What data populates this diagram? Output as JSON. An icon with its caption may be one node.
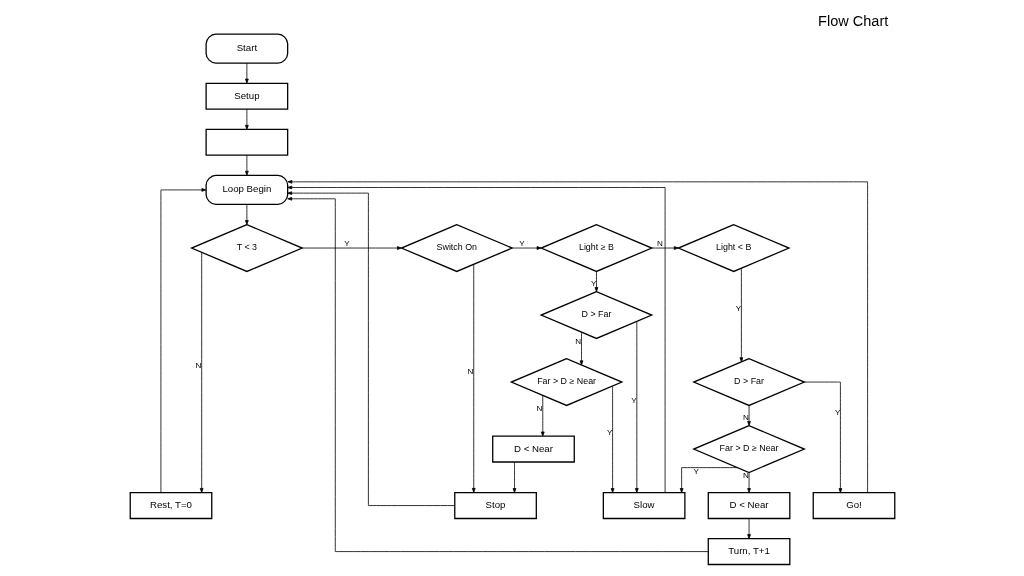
{
  "diagram": {
    "title": "Flow Chart",
    "nodes": [
      {
        "text": [
          "Start"
        ]
      },
      {
        "text": [
          "Setup"
        ]
      },
      {
        "text": [],
        "shape": "box"
      },
      {
        "text": [
          "Loop Begin"
        ]
      },
      {
        "text": [
          "T < 3"
        ]
      },
      {
        "text": [
          "Switch On"
        ]
      },
      {
        "text": [
          "Light ≥ B"
        ]
      },
      {
        "text": [
          "Light < B"
        ]
      },
      {
        "text": [
          "D > Far"
        ]
      },
      {
        "text": [
          "D > Far"
        ]
      },
      {
        "text": [
          "Far > D ≥ Near"
        ]
      },
      {
        "text": [
          "Far > D ≥ Near"
        ]
      },
      {
        "text": [
          "D < Near"
        ]
      },
      {
        "text": [
          "D < Near"
        ]
      },
      {
        "text": [
          "Turn, T+1"
        ]
      },
      {
        "text": [
          "Rest, T=0"
        ]
      },
      {
        "text": [
          "Stop"
        ]
      },
      {
        "text": [
          "Slow"
        ]
      },
      {
        "text": [
          "Go!"
        ]
      }
    ],
    "edges": [
      {
        "from": 0,
        "to": 1,
        "arrow": "to"
      },
      {
        "from": 1,
        "to": 2,
        "arrow": "to"
      },
      {
        "from": 2,
        "to": 3,
        "arrow": "to"
      },
      {
        "from": 3,
        "to": 4,
        "arrow": "to"
      },
      {
        "from": 4,
        "to": 5,
        "label": "Y",
        "arrow": "to"
      },
      {
        "from": 4,
        "to": 15,
        "label": "N",
        "arrow": "to"
      },
      {
        "from": 5,
        "to": 6,
        "label": "Y",
        "arrow": "to"
      },
      {
        "from": 5,
        "to": 16,
        "label": "N",
        "arrow": "to"
      },
      {
        "from": 6,
        "to": 7,
        "label": "N",
        "arrow": "to"
      },
      {
        "from": 6,
        "to": 8,
        "label": "Y",
        "arrow": "to"
      },
      {
        "from": 7,
        "to": 9,
        "label": "Y",
        "arrow": "to"
      },
      {
        "from": 8,
        "to": 17,
        "label": "Y",
        "arrow": "to"
      },
      {
        "from": 8,
        "to": 10,
        "label": "N",
        "arrow": "to"
      },
      {
        "from": 9,
        "to": 18,
        "label": "Y",
        "arrow": "to"
      },
      {
        "from": 9,
        "to": 11,
        "label": "N",
        "arrow": "to"
      },
      {
        "from": 10,
        "to": 17,
        "label": "Y",
        "arrow": "to"
      },
      {
        "from": 10,
        "to": 12,
        "label": "N",
        "arrow": "to"
      },
      {
        "from": 11,
        "to": 17,
        "label": "Y",
        "arrow": "to"
      },
      {
        "from": 11,
        "to": 13,
        "label": "N",
        "arrow": "to"
      },
      {
        "from": 12,
        "to": 16,
        "arrow": "to"
      },
      {
        "from": 13,
        "to": 14,
        "arrow": "to"
      },
      {
        "from": 14,
        "to": 3,
        "arrow": "to"
      },
      {
        "from": 15,
        "to": 3,
        "arrow": "to"
      },
      {
        "from": 16,
        "to": 3,
        "arrow": "to"
      },
      {
        "from": 17,
        "to": 3,
        "arrow": "to"
      },
      {
        "from": 18,
        "to": 3,
        "arrow": "to"
      }
    ]
  }
}
